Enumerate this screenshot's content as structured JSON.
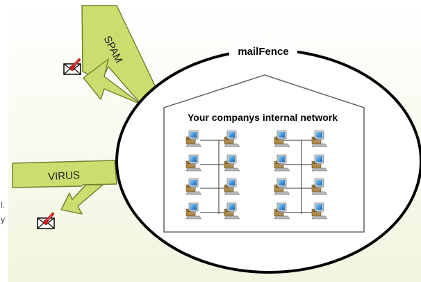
{
  "labels": {
    "perimeter": "mailFence",
    "network": "Your companys internal network",
    "spam": "SPAM",
    "virus": "VIRUS",
    "edge_clip_1": "l.",
    "edge_clip_2": "y"
  },
  "icons": [
    "envelope-icon",
    "computer-icon"
  ],
  "colors": {
    "background_gradient_top": "#ffffff",
    "background_gradient_bottom": "#f2f7e3",
    "arrow_fill": "#c9de6e",
    "arrow_stroke": "#6f7d2c",
    "fence_stroke": "#000000",
    "house_stroke": "#6a6a6a"
  }
}
